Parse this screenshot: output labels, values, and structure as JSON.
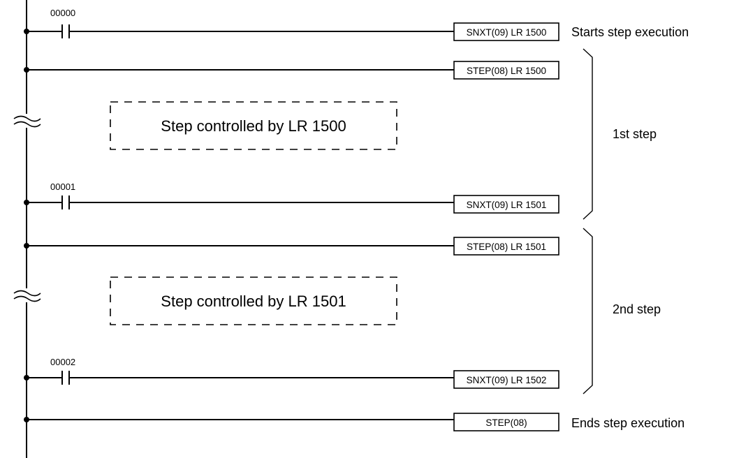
{
  "rungs": [
    {
      "contact": "00000",
      "instruction": "SNXT(09) LR 1500",
      "note": "Starts step execution"
    },
    {
      "contact": "",
      "instruction": "STEP(08) LR 1500",
      "note": ""
    },
    {
      "contact": "00001",
      "instruction": "SNXT(09) LR 1501",
      "note": ""
    },
    {
      "contact": "",
      "instruction": "STEP(08) LR 1501",
      "note": ""
    },
    {
      "contact": "00002",
      "instruction": "SNXT(09) LR 1502",
      "note": ""
    },
    {
      "contact": "",
      "instruction": "STEP(08)",
      "note": "Ends step execution"
    }
  ],
  "step_blocks": [
    {
      "label": "Step controlled by LR 1500"
    },
    {
      "label": "Step controlled by LR 1501"
    }
  ],
  "braces": [
    {
      "label": "1st step"
    },
    {
      "label": "2nd step"
    }
  ]
}
